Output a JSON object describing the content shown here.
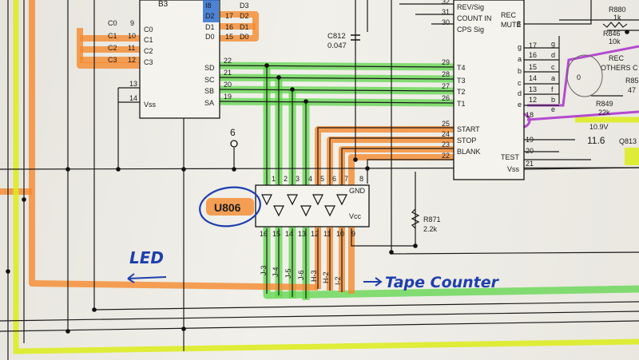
{
  "left_chip": {
    "pins_b": [
      "B3"
    ],
    "c_labels": [
      "C0",
      "C1",
      "C2",
      "C3"
    ],
    "c_pins": [
      "9",
      "10",
      "11",
      "12"
    ],
    "c_names": [
      "C0",
      "C1",
      "C2",
      "C3"
    ],
    "d_labels": [
      "D3",
      "D2",
      "D1",
      "D0"
    ],
    "d_pins": [
      "",
      "17",
      "16",
      "15"
    ],
    "d_names": [
      "I8",
      "D2",
      "D1",
      "D0"
    ],
    "s_pins": [
      "22",
      "21",
      "20",
      "19"
    ],
    "s_names": [
      "SD",
      "SC",
      "SB",
      "SA"
    ],
    "vss_pins": [
      "13",
      "14"
    ],
    "vss_label": "Vss"
  },
  "cap": {
    "label": "C812",
    "value": "0.047"
  },
  "test_point": "6",
  "u806": {
    "label": "U806",
    "top_pins": [
      "1",
      "2",
      "3",
      "4",
      "5",
      "6",
      "7",
      "8"
    ],
    "bottom_pins": [
      "16",
      "15",
      "14",
      "13",
      "12",
      "11",
      "10",
      "9"
    ],
    "gnd": "GND",
    "vcc": "Vcc",
    "outputs": [
      "J-3",
      "J-4",
      "J-5",
      "J-6",
      "H-3",
      "H-2",
      "I-2"
    ]
  },
  "right_chip": {
    "top_pins": [
      "32",
      "31",
      "30"
    ],
    "top_names": [
      "REV/Sig",
      "COUNT IN",
      "CPS Sig"
    ],
    "t_pins": [
      "29",
      "28",
      "27",
      "26"
    ],
    "t_names": [
      "T4",
      "T3",
      "T2",
      "T1"
    ],
    "ctrl_pins": [
      "25",
      "24",
      "23",
      "22"
    ],
    "ctrl_names": [
      "START",
      "STOP",
      "BLANK",
      ""
    ],
    "rec_mute": [
      "REC",
      "MUTE"
    ],
    "right_pins": [
      "8",
      "g",
      "a",
      "b",
      "c",
      "d",
      "e",
      "18",
      "19",
      "20",
      "21"
    ],
    "seg_letters": [
      "g",
      "d",
      "c",
      "a",
      "f",
      "b",
      "e"
    ],
    "seg_pins": [
      "16",
      "15",
      "14",
      "13",
      "12",
      "17"
    ],
    "test": "TEST",
    "vss": "Vss"
  },
  "resistors": {
    "r871": {
      "label": "R871",
      "value": "2.2k"
    },
    "r880": {
      "label": "R880",
      "value": "1k"
    },
    "r846": {
      "label": "R846",
      "value": "10k"
    },
    "r849": {
      "label": "R849",
      "value": "22k"
    },
    "r85x": {
      "label": "R85",
      "value": "47"
    }
  },
  "misc": {
    "rec_others": [
      "REC",
      "OTHERS C"
    ],
    "voltage": "10.9V",
    "q813": "Q813",
    "margin_note": "11.6",
    "arrow_note": "0"
  },
  "annotations": {
    "led": "LED",
    "tape_counter": "Tape Counter"
  },
  "colors": {
    "green": "#5ed64a",
    "orange": "#f5892e",
    "yellow": "#dcec1a",
    "purple": "#b44ad0",
    "blue_ink": "#1e3fae",
    "chip_blue": "#2f6fd0"
  }
}
